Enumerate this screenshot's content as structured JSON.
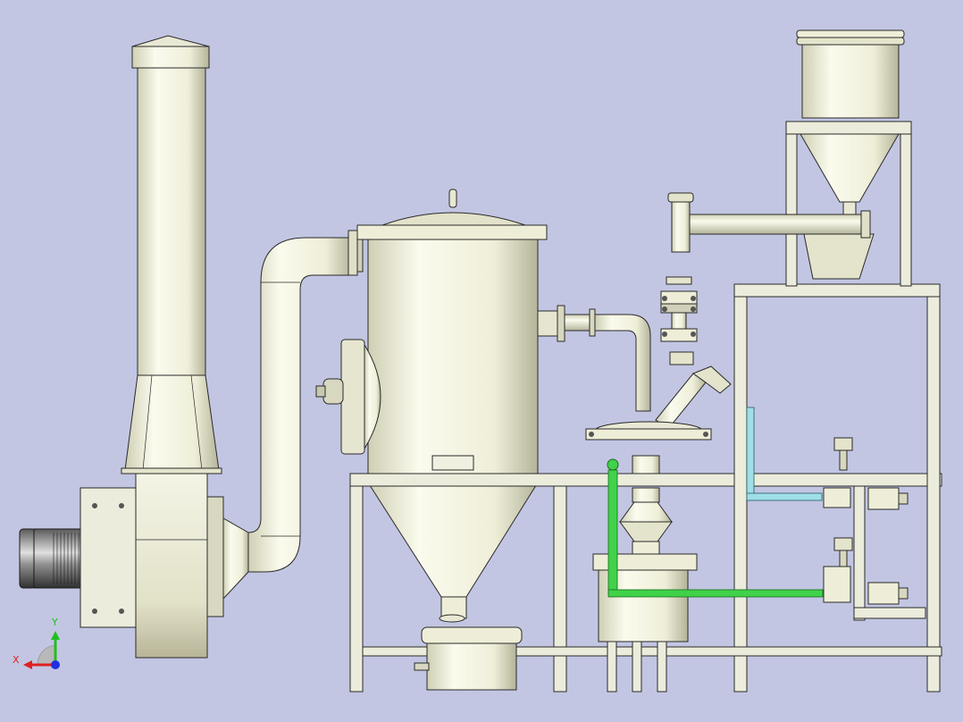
{
  "viewport": {
    "background": "#c2c6e2"
  },
  "colors": {
    "metal_light": "#f4f4e4",
    "metal_mid": "#dcdcc4",
    "metal_dark": "#a8a890",
    "outline": "#2a2a2a",
    "green_pipe": "#3fd24a",
    "cyan_pipe": "#9fe0e8",
    "motor_dark": "#303030"
  },
  "axis_triad": {
    "x_label": "X",
    "y_label": "Y",
    "x_color": "#e02020",
    "y_color": "#20c020",
    "z_color": "#2030e0"
  },
  "components": [
    {
      "name": "exhaust-stack"
    },
    {
      "name": "centrifugal-fan"
    },
    {
      "name": "fan-motor"
    },
    {
      "name": "connecting-duct"
    },
    {
      "name": "cyclone-separator"
    },
    {
      "name": "inspection-port"
    },
    {
      "name": "rotary-valve"
    },
    {
      "name": "pipe-manifold"
    },
    {
      "name": "filter-housing"
    },
    {
      "name": "collection-tank"
    },
    {
      "name": "feed-hopper"
    },
    {
      "name": "support-frame"
    },
    {
      "name": "solenoid-valve"
    }
  ]
}
